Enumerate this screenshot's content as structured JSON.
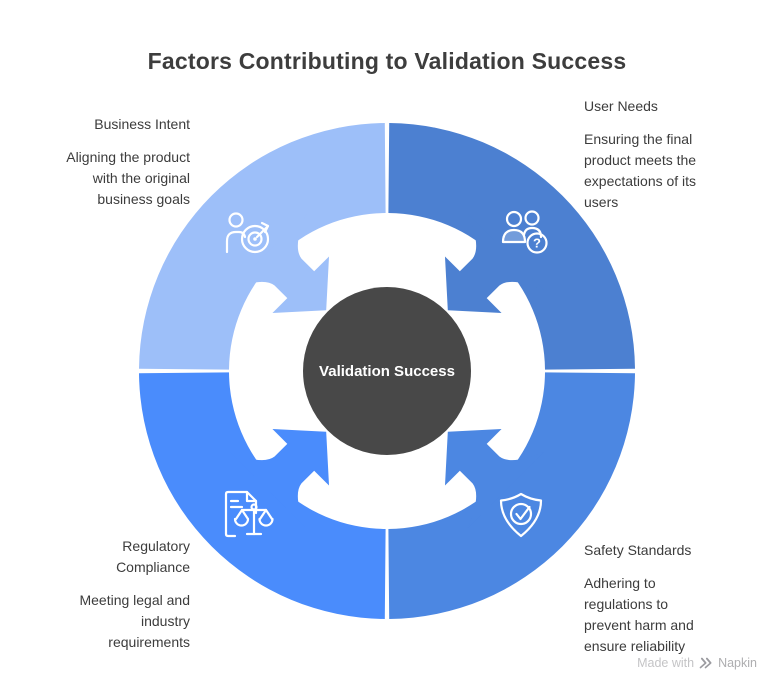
{
  "title": "Factors Contributing to Validation Success",
  "center": {
    "label": "Validation Success",
    "color": "#484848",
    "text_color": "#ffffff"
  },
  "factors": [
    {
      "id": "business-intent",
      "quadrant": "top-left",
      "title": "Business Intent",
      "description": "Aligning the product with the original business goals",
      "color": "#9DBFF9",
      "icon": "person-target-icon"
    },
    {
      "id": "user-needs",
      "quadrant": "top-right",
      "title": "User Needs",
      "description": "Ensuring the final product meets the expectations of its users",
      "color": "#4C80D1",
      "icon": "users-question-icon"
    },
    {
      "id": "regulatory-compliance",
      "quadrant": "bottom-left",
      "title": "Regulatory Compliance",
      "description": "Meeting legal and industry requirements",
      "color": "#4A8CFC",
      "icon": "document-scales-icon"
    },
    {
      "id": "safety-standards",
      "quadrant": "bottom-right",
      "title": "Safety Standards",
      "description": "Adhering to regulations to prevent harm and ensure reliability",
      "color": "#4C87E2",
      "icon": "shield-check-icon"
    }
  ],
  "icons": {
    "question_glyph": "?"
  },
  "watermark": {
    "prefix": "Made with",
    "brand": "Napkin",
    "logo": "napkin-chevrons-icon"
  },
  "colors": {
    "background": "#ffffff",
    "title_text": "#3d3d3d",
    "label_text": "#3c3c3c",
    "watermark_text": "#c4c4c6"
  }
}
